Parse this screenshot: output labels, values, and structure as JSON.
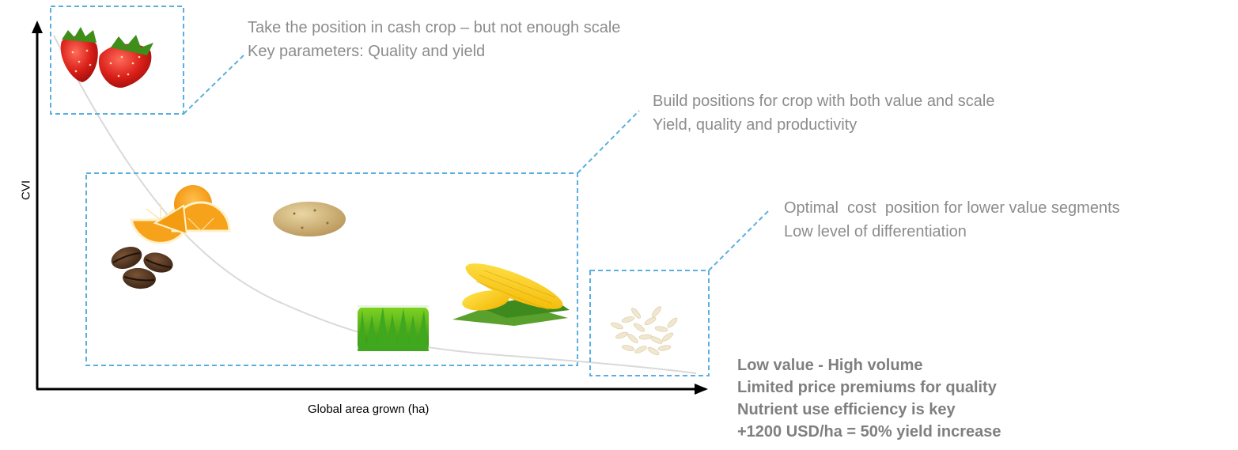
{
  "axes": {
    "x_label": "Global area grown (ha)",
    "y_label": "CVI"
  },
  "segments": {
    "cash_crop": {
      "lines": [
        "Take the position in cash crop – but not enough scale",
        "Key parameters: Quality and yield"
      ],
      "crops": [
        "strawberry"
      ]
    },
    "value_and_scale": {
      "lines": [
        "Build positions for crop with both value and scale",
        "Yield, quality and productivity"
      ],
      "crops": [
        "orange",
        "potato",
        "coffee-beans",
        "grass",
        "corn"
      ]
    },
    "low_value": {
      "lines": [
        "Optimal  cost  position for lower value segments",
        "Low level of differentiation"
      ],
      "crops": [
        "rice"
      ]
    }
  },
  "summary": {
    "lines": [
      "Low value - High volume",
      "Limited price premiums for quality",
      "Nutrient use efficiency is key",
      "+1200 USD/ha = 50% yield increase"
    ]
  },
  "colors": {
    "dashed_box": "#5aaee0",
    "annotation_text": "#8c8c8c",
    "summary_text": "#7f7f7f",
    "curve": "#d9d9d9",
    "axis": "#000000"
  }
}
